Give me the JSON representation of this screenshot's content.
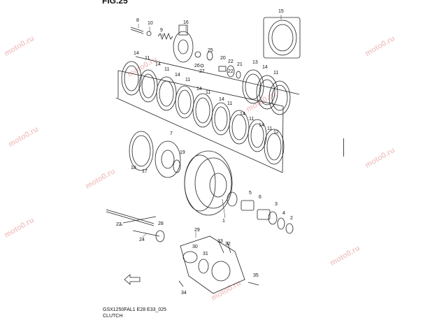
{
  "figure_title": "FIG.25",
  "caption": {
    "code": "GSX1250FAL1 E28 E33_025",
    "name": "CLUTCH"
  },
  "watermark": "moto0.ru",
  "part_labels": [
    "1",
    "2",
    "3",
    "4",
    "5",
    "6",
    "7",
    "8",
    "9",
    "10",
    "11",
    "12",
    "13",
    "14",
    "15",
    "16",
    "17",
    "18",
    "19",
    "20",
    "21",
    "22",
    "23",
    "24",
    "25",
    "26",
    "27",
    "28",
    "29",
    "30",
    "31",
    "32",
    "33",
    "34",
    "35"
  ]
}
